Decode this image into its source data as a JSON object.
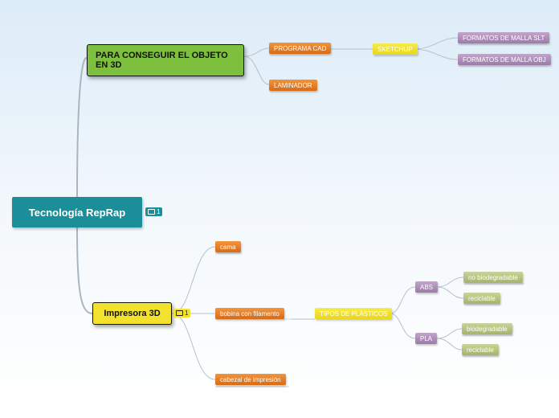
{
  "root": {
    "label": "Tecnología RepRap",
    "note_count": "1"
  },
  "branch1": {
    "label": "PARA CONSEGUIR EL OBJETO EN 3D",
    "programa_cad": "PROGRAMA CAD",
    "sketchup": "SKETCHUP",
    "formato_slt": "FORMATOS DE MALLA SLT",
    "formato_obj": "FORMATOS DE MALLA OBJ",
    "laminador": "LAMINADOR"
  },
  "branch2": {
    "label": "Impresora 3D",
    "note_count": "1",
    "cama": "cama",
    "bobina": "bobina con filamento",
    "tipos": "TIPOS DE PLÁSTICOS",
    "abs": "ABS",
    "abs_1": "no biodegradable",
    "abs_2": "reciclable",
    "pla": "PLA",
    "pla_1": "biodegradable",
    "pla_2": "reciclable",
    "cabezal": "cabezal de impresión"
  },
  "colors": {
    "root": "#1a8f99",
    "green": "#7dc03d",
    "yellow": "#f2e22e",
    "orange": "#e27a22",
    "purple": "#b092ba",
    "olive": "#b8c383"
  }
}
